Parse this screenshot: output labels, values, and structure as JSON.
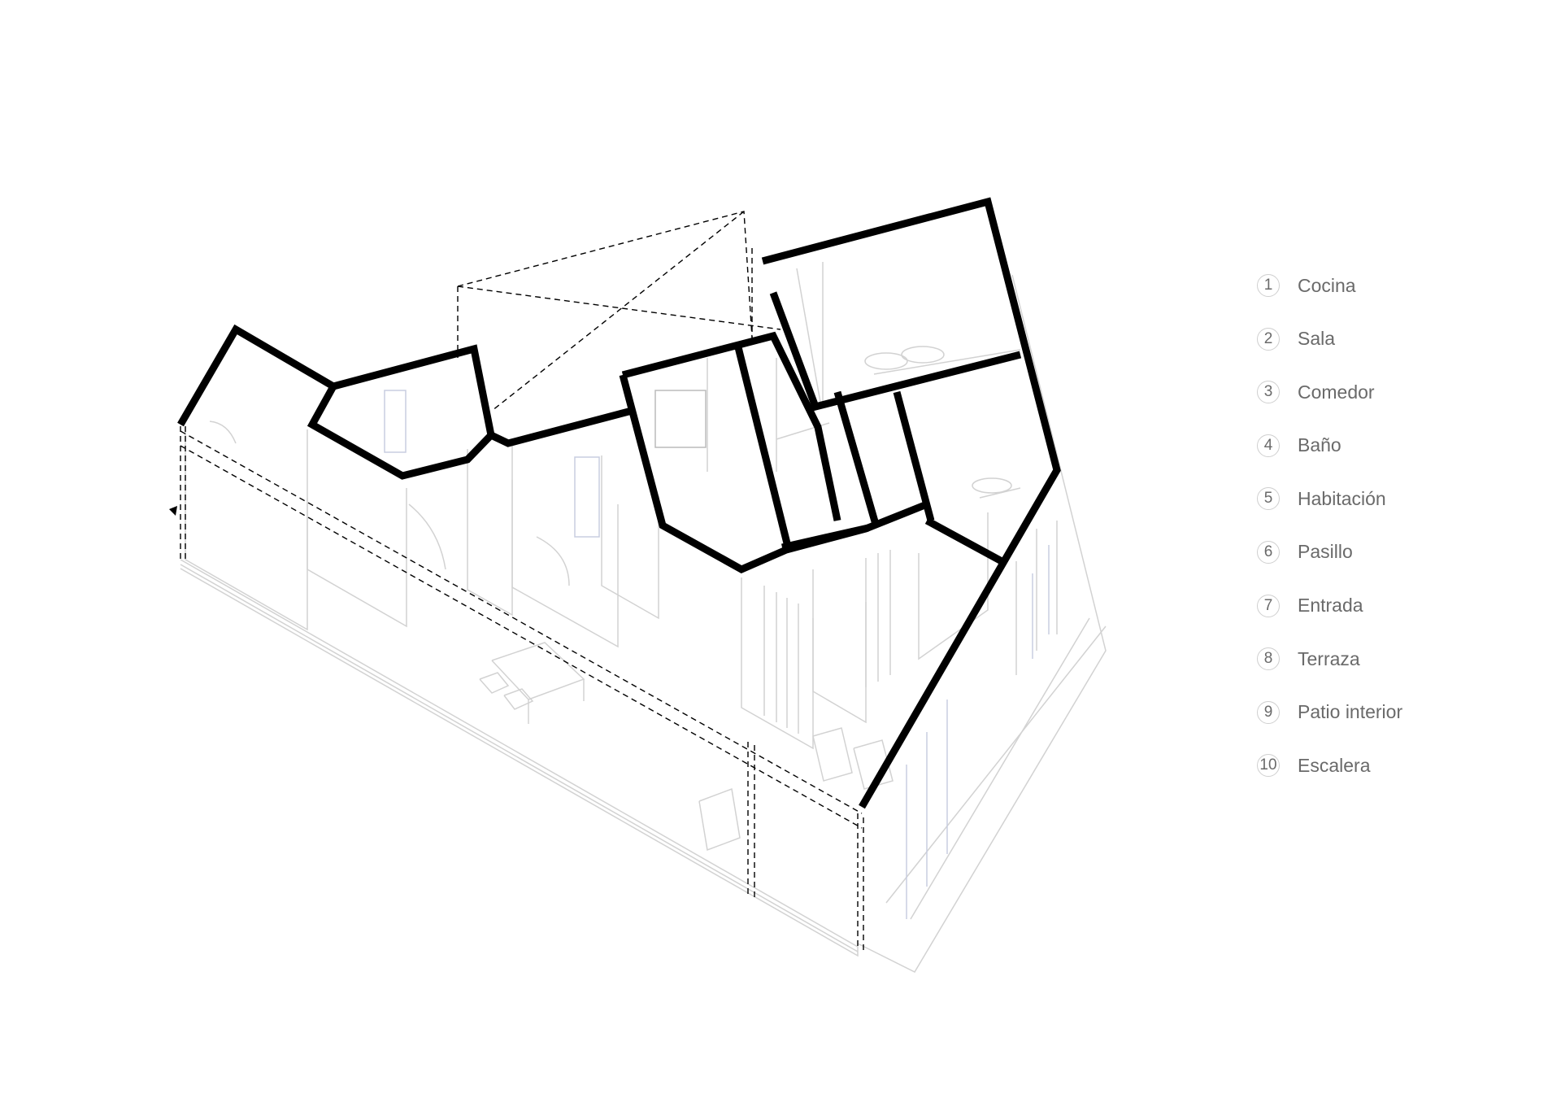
{
  "diagram": {
    "type": "isometric-floor-plan",
    "legend": [
      {
        "number": "1",
        "label": "Cocina"
      },
      {
        "number": "2",
        "label": "Sala"
      },
      {
        "number": "3",
        "label": "Comedor"
      },
      {
        "number": "4",
        "label": "Baño"
      },
      {
        "number": "5",
        "label": "Habitación"
      },
      {
        "number": "6",
        "label": "Pasillo"
      },
      {
        "number": "7",
        "label": "Entrada"
      },
      {
        "number": "8",
        "label": "Terraza"
      },
      {
        "number": "9",
        "label": "Patio interior"
      },
      {
        "number": "10",
        "label": "Escalera"
      }
    ]
  }
}
